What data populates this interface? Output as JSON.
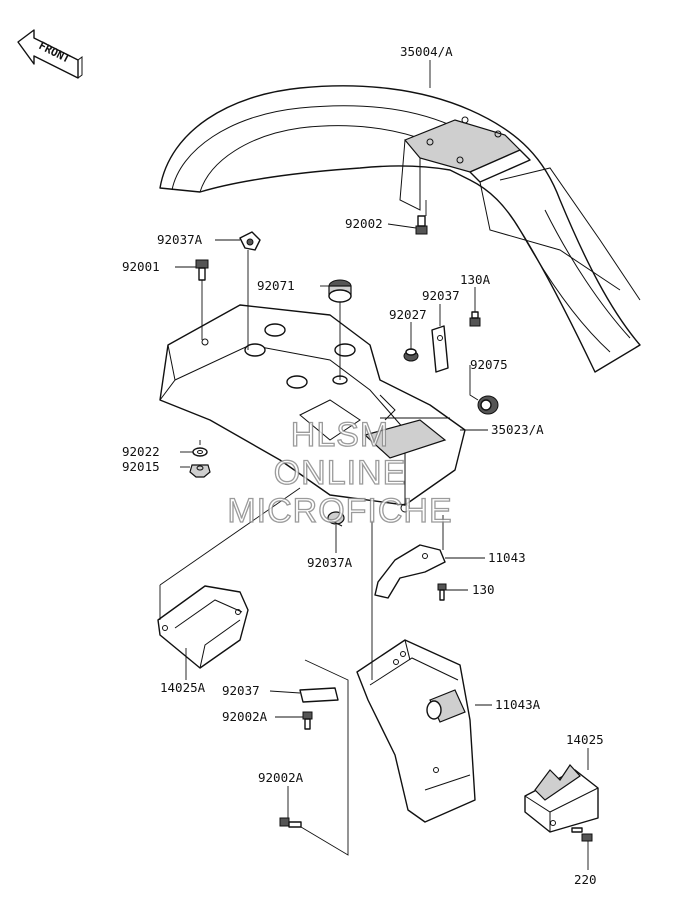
{
  "front_label": "FRONT",
  "watermark": [
    "HLSM",
    "ONLINE",
    "MICROFICHE"
  ],
  "labels": {
    "p35004A": "35004/A",
    "p92037A_top": "92037A",
    "p92001": "92001",
    "p92002": "92002",
    "p92071": "92071",
    "p130A": "130A",
    "p92037_top": "92037",
    "p92027": "92027",
    "p92075": "92075",
    "p92022": "92022",
    "p92015": "92015",
    "p35023A": "35023/A",
    "p92037A_mid": "92037A",
    "p11043": "11043",
    "p130": "130",
    "p14025A": "14025A",
    "p92037_low": "92037",
    "p11043A": "11043A",
    "p92002A_a": "92002A",
    "p14025": "14025",
    "p92002A_b": "92002A",
    "p220": "220"
  }
}
